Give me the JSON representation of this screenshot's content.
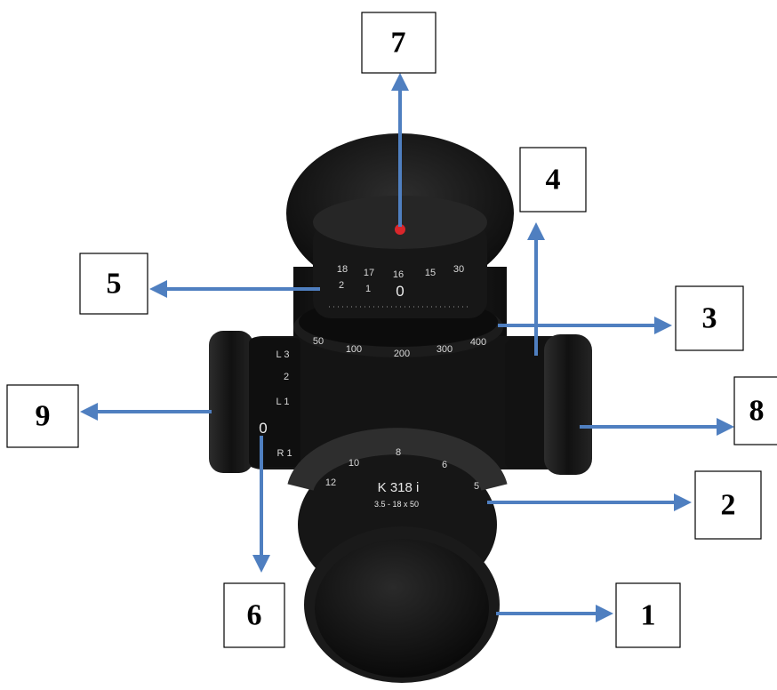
{
  "colors": {
    "arrow": "#4f7fc0",
    "scope_body": "#1a1a1a",
    "turret_marker": "#d9262b",
    "label_border": "#000000",
    "label_bg": "#ffffff"
  },
  "labels": [
    "1",
    "2",
    "3",
    "4",
    "5",
    "6",
    "7",
    "8",
    "9"
  ],
  "scope": {
    "model": "K 318 i",
    "magnification": "3.5 - 18 x 50",
    "elevation_turret_top_numbers": [
      "18",
      "17",
      "16",
      "15",
      "30"
    ],
    "elevation_turret_bottom_numbers": [
      "2",
      "1",
      "0"
    ],
    "parallax_ring_numbers": [
      "50",
      "100",
      "200",
      "300",
      "400"
    ],
    "windage_numbers": [
      "L 3",
      "2",
      "L 1",
      "0",
      "R 1"
    ],
    "zoom_ring_numbers": [
      "12",
      "10",
      "8",
      "6",
      "5"
    ]
  }
}
